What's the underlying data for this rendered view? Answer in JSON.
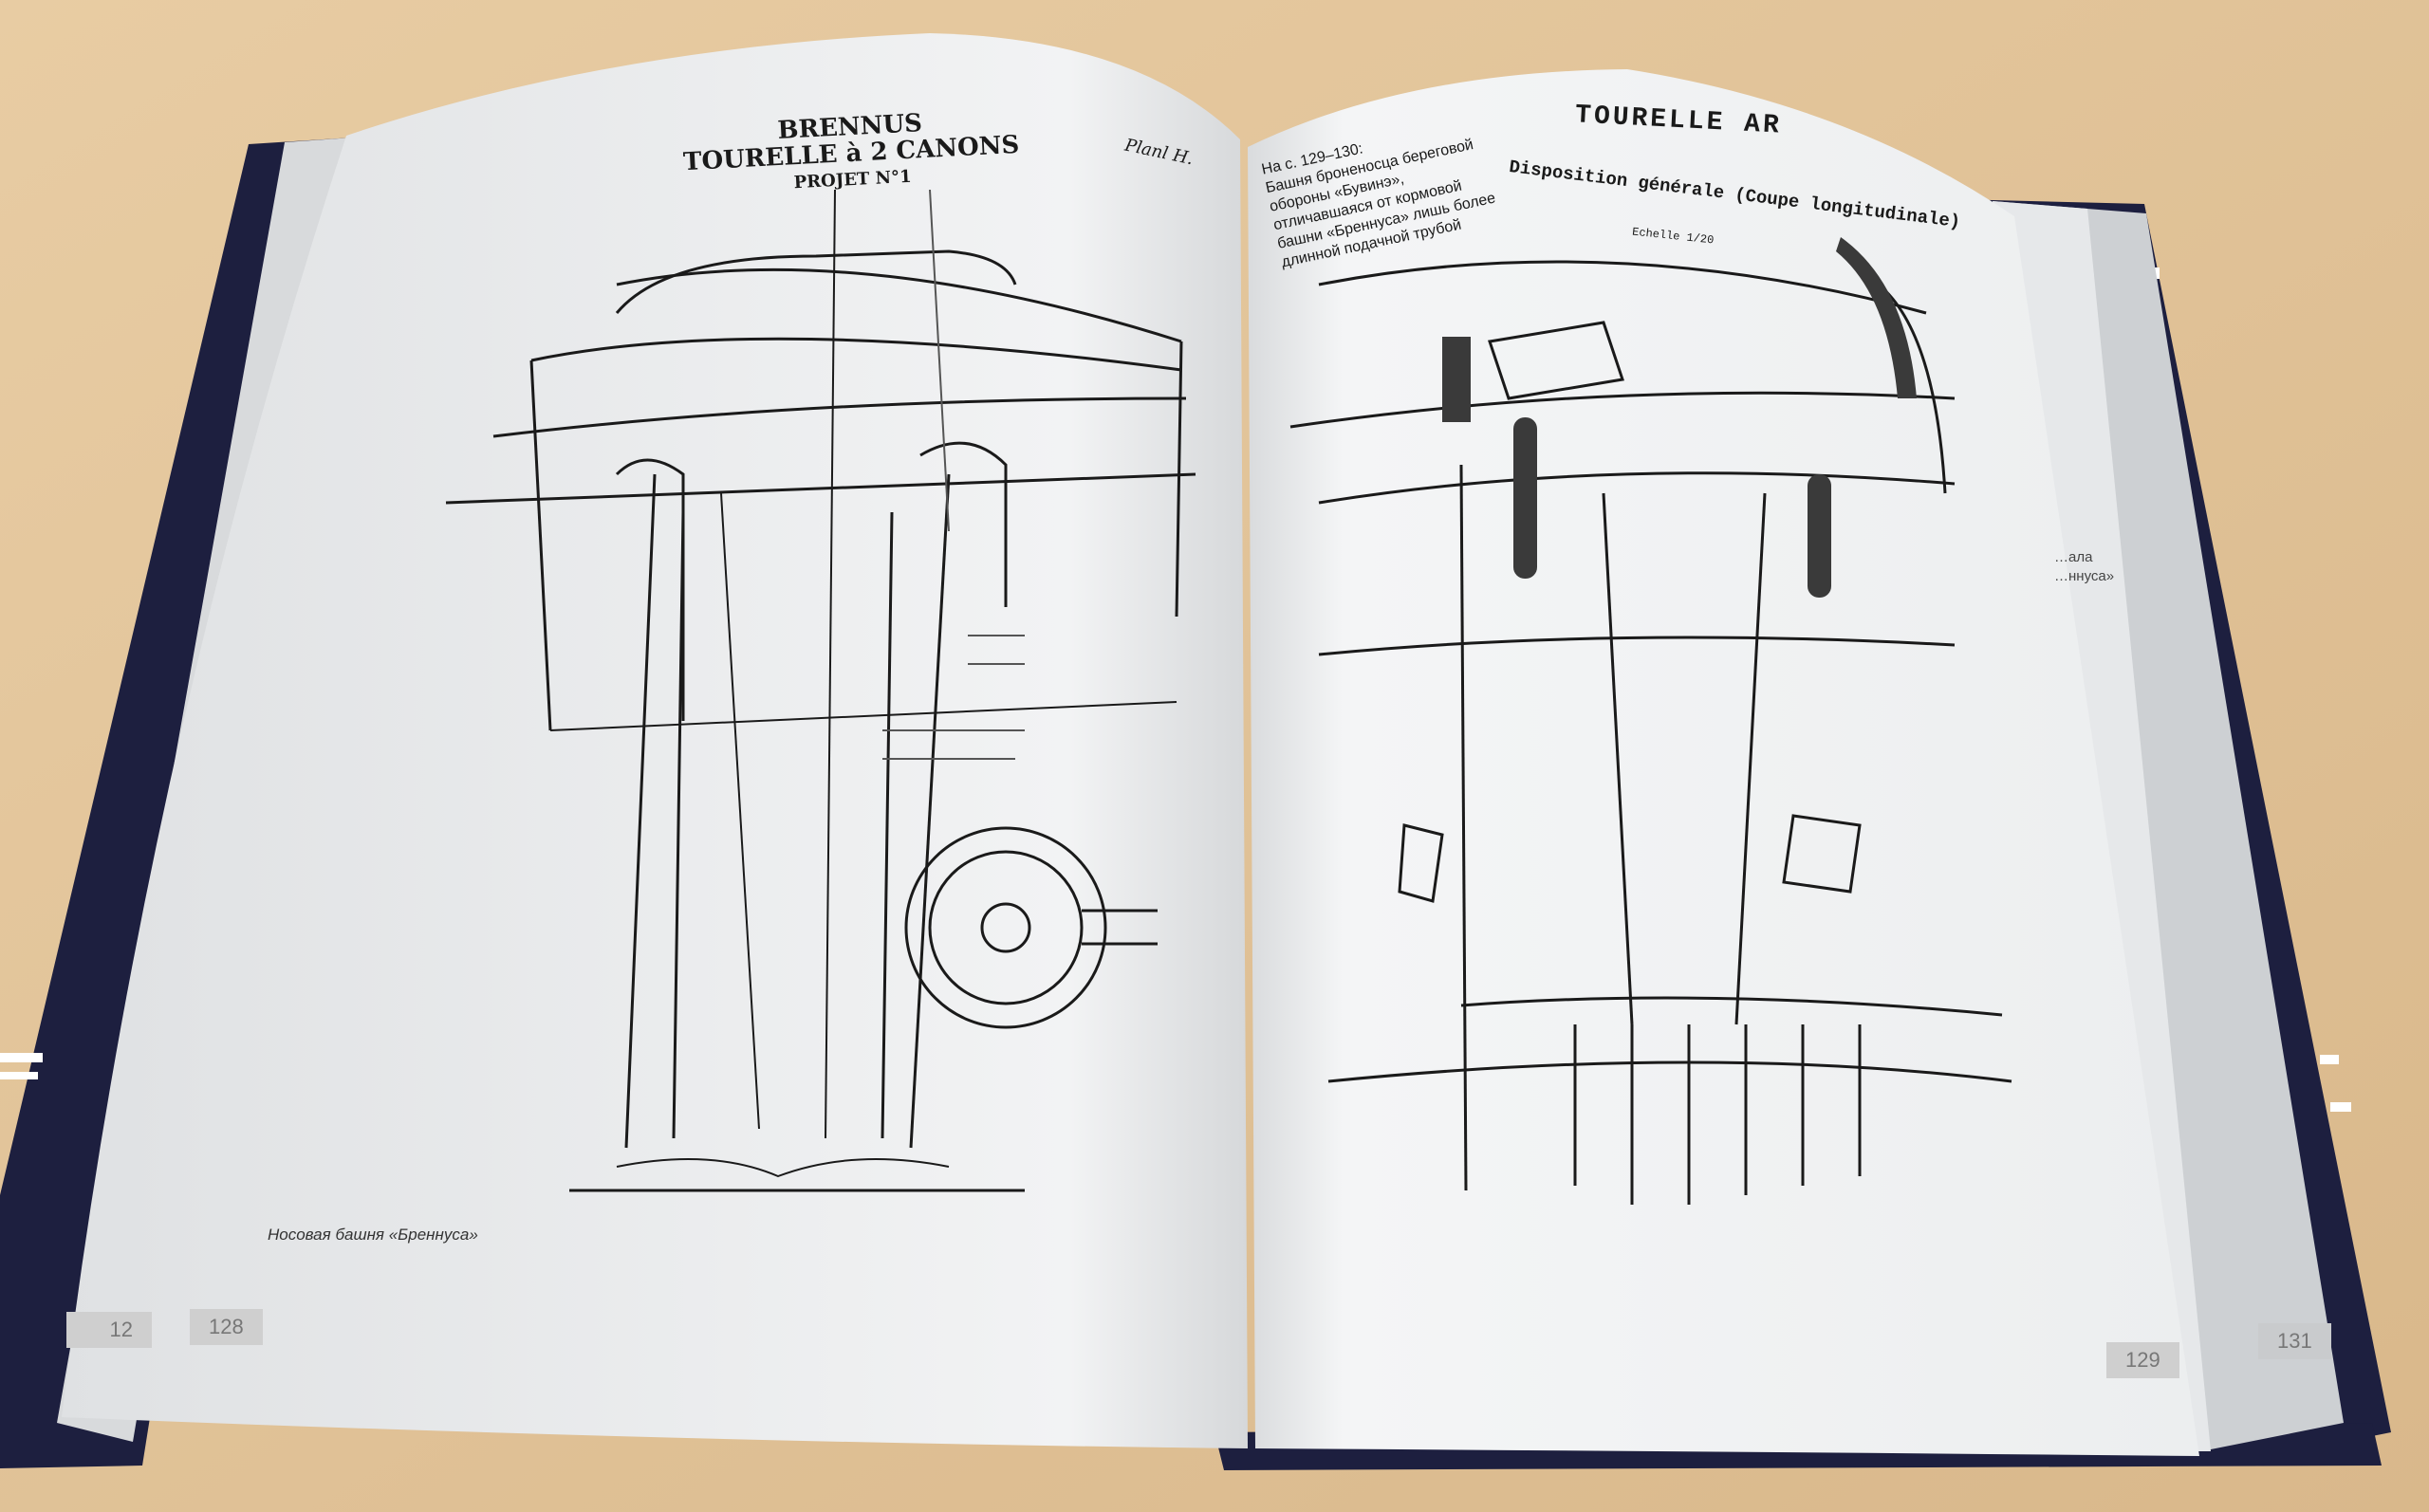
{
  "scene": {
    "desk_color": "#e3c59b",
    "cover_color": "#1d1f3f",
    "page_color": "#f1f2f3"
  },
  "left_page": {
    "drawing_title": [
      "BRENNUS",
      "TOURELLE à 2 CANONS",
      "PROJET N°1"
    ],
    "plate_label": "Planl H.",
    "caption": "Носовая башня «Бреннуса»",
    "page_numbers": [
      "12",
      "128"
    ]
  },
  "right_page": {
    "caption_lines": [
      "На с. 129–130:",
      "Башня броненосца береговой",
      "обороны «Бувинэ»,",
      "отличавшаяся от кормовой",
      "башни «Бреннуса» лишь более",
      "длинной подачной трубой"
    ],
    "drawing_title": "TOURELLE AR",
    "drawing_subtitle": "Disposition générale (Coupe longitudinale)",
    "scale_label": "Echelle 1/20",
    "page_number": "129"
  },
  "underlying_page": {
    "partial_caption": [
      "…ала",
      "…ннуса»"
    ],
    "page_number": "131"
  }
}
